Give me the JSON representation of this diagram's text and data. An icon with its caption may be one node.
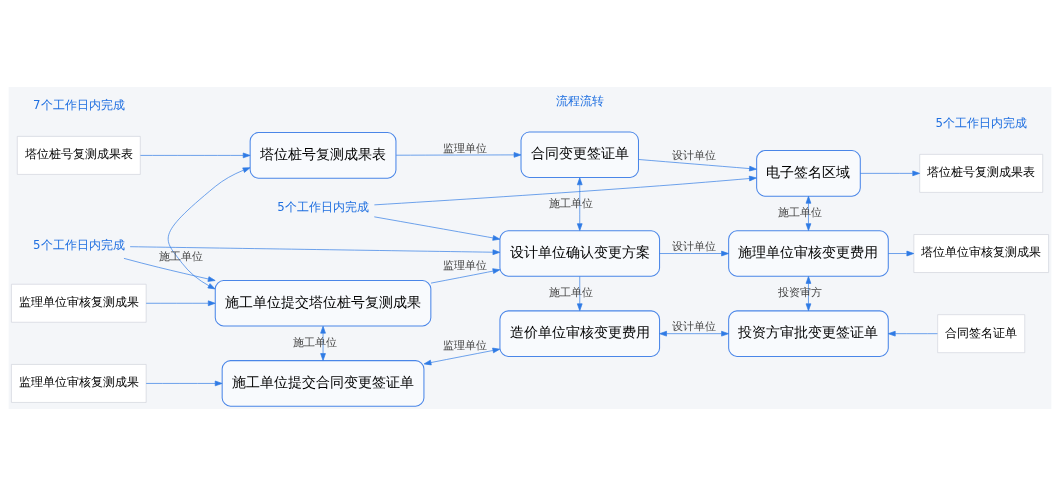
{
  "diagram": {
    "nodes": [
      {
        "text": [
          "塔位桩号复测成果表"
        ]
      },
      {
        "text": [
          "监理单位审核复测成果"
        ]
      },
      {
        "text": [
          "监理单位审核复测成果"
        ]
      },
      {
        "text": [
          "塔位桩号复测成果表"
        ]
      },
      {
        "text": [
          "合同变更签证单"
        ]
      },
      {
        "text": [
          "电子签名区域"
        ]
      },
      {
        "text": [
          "施工单位提交塔位桩号复测成果"
        ]
      },
      {
        "text": [
          "设计单位确认变更方案"
        ]
      },
      {
        "text": [
          "施理单位审核变更费用"
        ]
      },
      {
        "text": [
          "施工单位提交合同变更签证单"
        ]
      },
      {
        "text": [
          "造价单位审核变更费用"
        ]
      },
      {
        "text": [
          "投资方审批变更签证单"
        ]
      },
      {
        "text": [
          "塔位桩号复测成果表"
        ]
      },
      {
        "text": [
          "塔位单位审核复测成果"
        ]
      },
      {
        "text": [
          "合同签名证单"
        ]
      },
      {
        "text": [
          "5个工作日内完成"
        ]
      },
      {
        "text": [
          "5个工作日内完成"
        ]
      }
    ],
    "edges": [
      {
        "from": 0,
        "to": 3,
        "arrow": "to"
      },
      {
        "from": 1,
        "to": 6,
        "arrow": "to"
      },
      {
        "from": 2,
        "to": 9,
        "arrow": "to"
      },
      {
        "from": 3,
        "to": 4,
        "arrow": "to",
        "label": "监理单位"
      },
      {
        "from": 4,
        "to": 5,
        "arrow": "to",
        "label": "设计单位"
      },
      {
        "from": 3,
        "to": 6,
        "arrow": "both",
        "label": "施工单位"
      },
      {
        "from": 4,
        "to": 7,
        "arrow": "both",
        "label": "施工单位"
      },
      {
        "from": 5,
        "to": 8,
        "arrow": "both",
        "label": "施工单位"
      },
      {
        "from": 6,
        "to": 7,
        "arrow": "to",
        "label": "监理单位"
      },
      {
        "from": 7,
        "to": 8,
        "arrow": "to",
        "label": "设计单位"
      },
      {
        "from": 6,
        "to": 9,
        "arrow": "both",
        "label": "施工单位"
      },
      {
        "from": 7,
        "to": 10,
        "arrow": "to",
        "label": "施工单位"
      },
      {
        "from": 8,
        "to": 11,
        "arrow": "both",
        "label": "投资审方"
      },
      {
        "from": 9,
        "to": 10,
        "arrow": "both",
        "label": "监理单位"
      },
      {
        "from": 10,
        "to": 11,
        "arrow": "both",
        "label": "设计单位"
      },
      {
        "from": 5,
        "to": 12,
        "arrow": "to"
      },
      {
        "from": 8,
        "to": 13,
        "arrow": "to"
      },
      {
        "from": 14,
        "to": 11,
        "arrow": "to"
      },
      {
        "from": 15,
        "to": 7,
        "arrow": "to"
      },
      {
        "from": 15,
        "to": 5,
        "arrow": "to"
      },
      {
        "from": 16,
        "to": 6,
        "arrow": "to"
      },
      {
        "from": 16,
        "to": 7,
        "arrow": "to"
      }
    ],
    "labels": [
      "7个工作日内完成",
      "5个工作日内完成",
      "流程流转"
    ]
  }
}
